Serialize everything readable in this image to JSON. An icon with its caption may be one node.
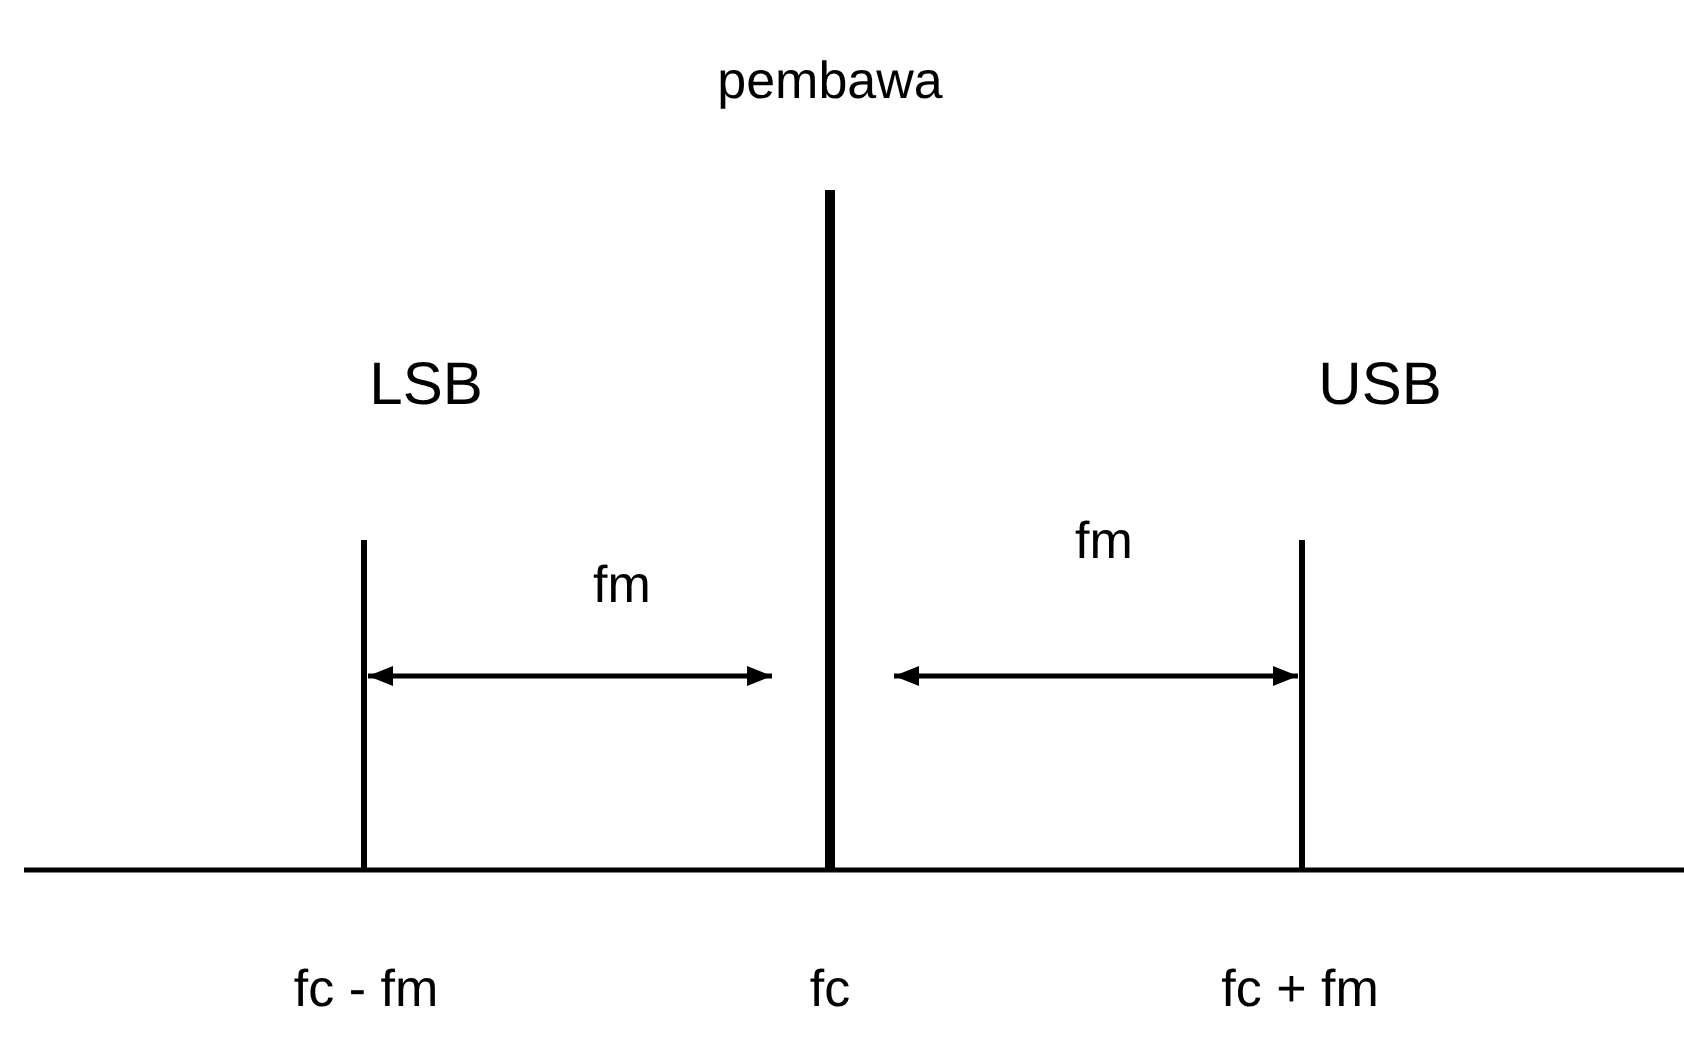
{
  "diagram": {
    "labels": [
      "pembawa",
      "LSB",
      "USB",
      "fm",
      "fm",
      "fc - fm",
      "fc",
      "fc + fm"
    ]
  }
}
